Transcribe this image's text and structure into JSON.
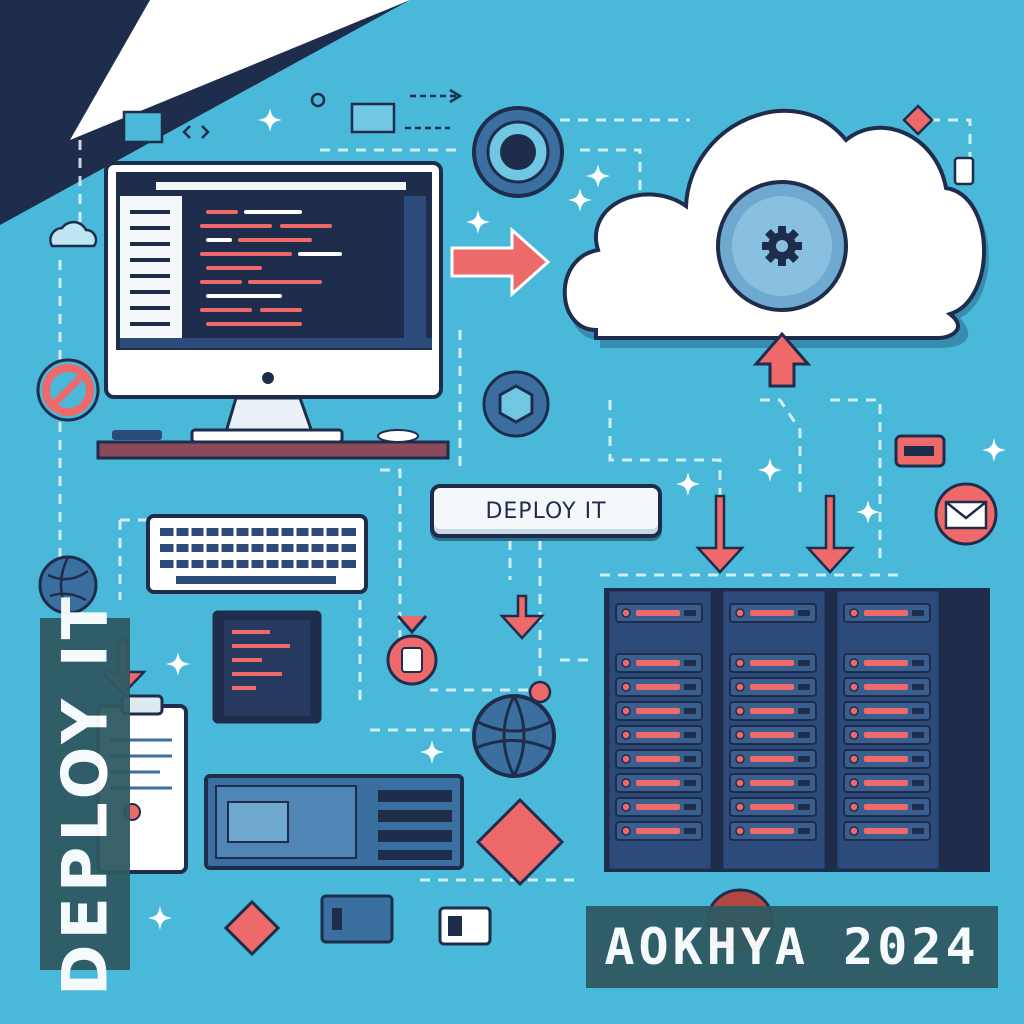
{
  "colors": {
    "background": "#4ab8d8",
    "navy": "#1f2d4c",
    "accent_red": "#ee6a6a",
    "cloud": "#ffffff",
    "banner": "#2f5a63"
  },
  "deploy_button": {
    "label": "DEPLOY IT"
  },
  "side_banner": {
    "text": "DEPLOY IT"
  },
  "watermark": {
    "text": "AOKHYA 2024"
  },
  "icons": [
    "desktop-monitor-icon",
    "cloud-gear-icon",
    "server-rack-icon",
    "keyboard-icon",
    "globe-icon",
    "envelope-icon",
    "clipboard-icon",
    "mini-cloud-icon",
    "arrow-right-icon",
    "arrow-up-icon",
    "arrow-down-icon",
    "diamond-icon",
    "sparkle-icon"
  ]
}
